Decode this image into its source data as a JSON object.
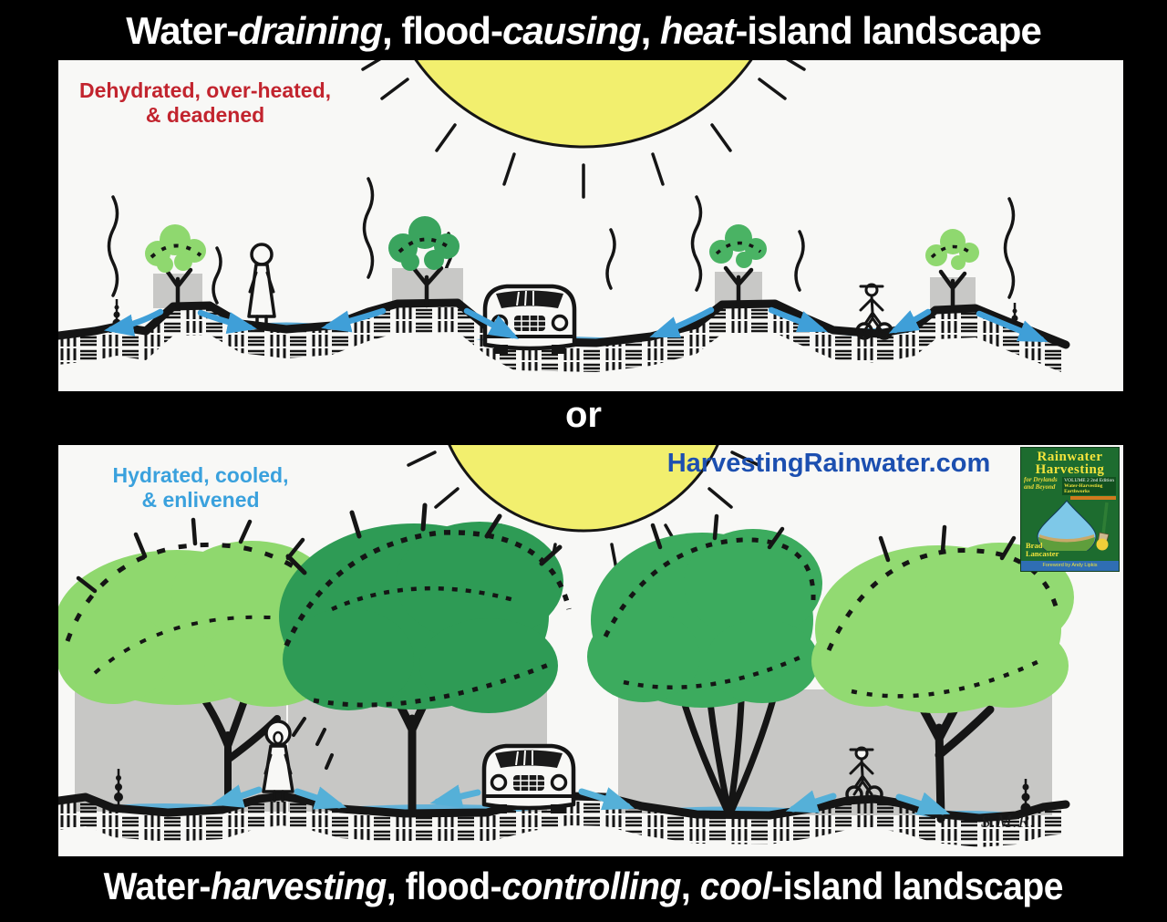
{
  "colors": {
    "background": "#000000",
    "panel": "#f8f8f6",
    "sun_yellow": "#f2ef6e",
    "ink_black": "#151515",
    "red_caption": "#c2242e",
    "blue_caption": "#3aa1dd",
    "website_blue": "#1c4fb0",
    "arrow_blue_top": "#3f9fd8",
    "arrow_blue_bottom": "#55b0d8",
    "water_blue": "#5aa9d4",
    "tree_light_green": "#8fd86f",
    "tree_dark_green": "#2e9b55",
    "mound_gray": "#c8c8c6"
  },
  "header": {
    "segments": [
      {
        "text": "Water-"
      },
      {
        "text": "draining",
        "italic": true
      },
      {
        "text": ", flood-"
      },
      {
        "text": "causing",
        "italic": true
      },
      {
        "text": ", "
      },
      {
        "text": "heat",
        "italic": true
      },
      {
        "text": "-island landscape"
      }
    ]
  },
  "divider": {
    "label": "or"
  },
  "top_panel": {
    "caption_line1": "Dehydrated, over-heated,",
    "caption_line2": "& deadened"
  },
  "bottom_panel": {
    "caption_line1": "Hydrated, cooled,",
    "caption_line2": "& enlivened",
    "website": "HarvestingRainwater.com",
    "signature": "S.M.R."
  },
  "book_cover": {
    "title_line1": "Rainwater",
    "title_line2": "Harvesting",
    "subtitle_line1": "for Drylands",
    "subtitle_line2": "and Beyond",
    "volume_line1": "VOLUME 2  2nd Edition",
    "volume_line2": "Water-Harvesting",
    "volume_line3": "Earthworks",
    "author_line1": "Brad",
    "author_line2": "Lancaster",
    "foreword": "Foreword by Andy Lipkis"
  },
  "footer": {
    "segments": [
      {
        "text": "Water-"
      },
      {
        "text": "harvesting",
        "italic": true
      },
      {
        "text": ", flood-"
      },
      {
        "text": "controlling",
        "italic": true
      },
      {
        "text": ", "
      },
      {
        "text": "cool",
        "italic": true
      },
      {
        "text": "-island landscape"
      }
    ]
  }
}
